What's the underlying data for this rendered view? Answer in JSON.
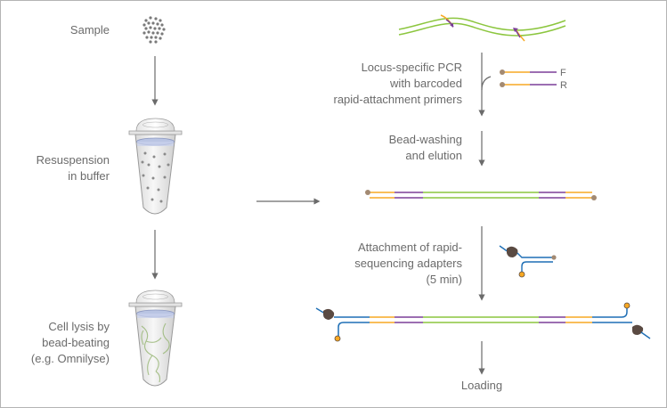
{
  "steps": {
    "sample": "Sample",
    "resuspension": [
      "Resuspension",
      "in buffer"
    ],
    "lysis": [
      "Cell lysis by",
      "bead-beating",
      "(e.g. Omnilyse)"
    ],
    "pcr": [
      "Locus-specific PCR",
      "with barcoded",
      "rapid-attachment primers"
    ],
    "washing": [
      "Bead-washing",
      "and elution"
    ],
    "attachment": [
      "Attachment of rapid-",
      "sequencing adapters",
      "(5 min)"
    ],
    "loading": "Loading"
  },
  "primers": {
    "forward": "F",
    "reverse": "R"
  },
  "colors": {
    "template_strand": "#8cc63f",
    "barcode": "#f7a823",
    "primer": "#7b3f98",
    "adapter": "#1f6fb5",
    "attachment_bead": "#a38a72",
    "motor_protein": "#5a4a42",
    "tether": "#f7a823",
    "arrow": "#6b6b6b",
    "sample_cells": "#7a7a7a"
  }
}
